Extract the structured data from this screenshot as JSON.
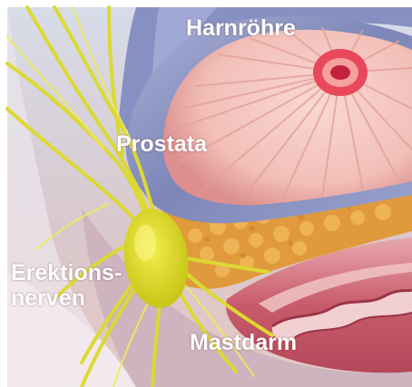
{
  "labels": {
    "urethra": "Harnröhre",
    "prostate": "Prostata",
    "nerves_line1": "Erektions-",
    "nerves_line2": "nerven",
    "rectum": "Mastdarm"
  },
  "colors": {
    "prostate_tissue": "#f4c7c1",
    "prostate_stripes": "#e9a7a0",
    "urethra_lumen": "#e8485a",
    "capsule_blue": "#8e97c3",
    "fat_orange": "#e09a3c",
    "rectum_pink": "#c85b6a",
    "nerves_yellow": "#e4e238",
    "background": "#ffffff"
  }
}
